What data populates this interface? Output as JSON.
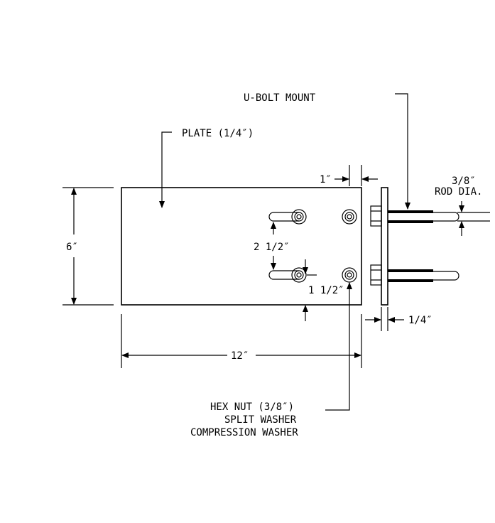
{
  "labels": {
    "ubolt_mount": "U-BOLT MOUNT",
    "plate": "PLATE (1/4″)",
    "one_inch": "1″",
    "rod_dia_value": "3/8″",
    "rod_dia_text": "ROD DIA.",
    "six_inch": "6″",
    "two_half": "2 1/2″",
    "one_half": "1 1/2″",
    "quarter": "1/4″",
    "twelve_inch": "12″",
    "hex_nut": "HEX NUT (3/8″)",
    "split_washer": "SPLIT WASHER",
    "compression_washer": "COMPRESSION WASHER"
  }
}
